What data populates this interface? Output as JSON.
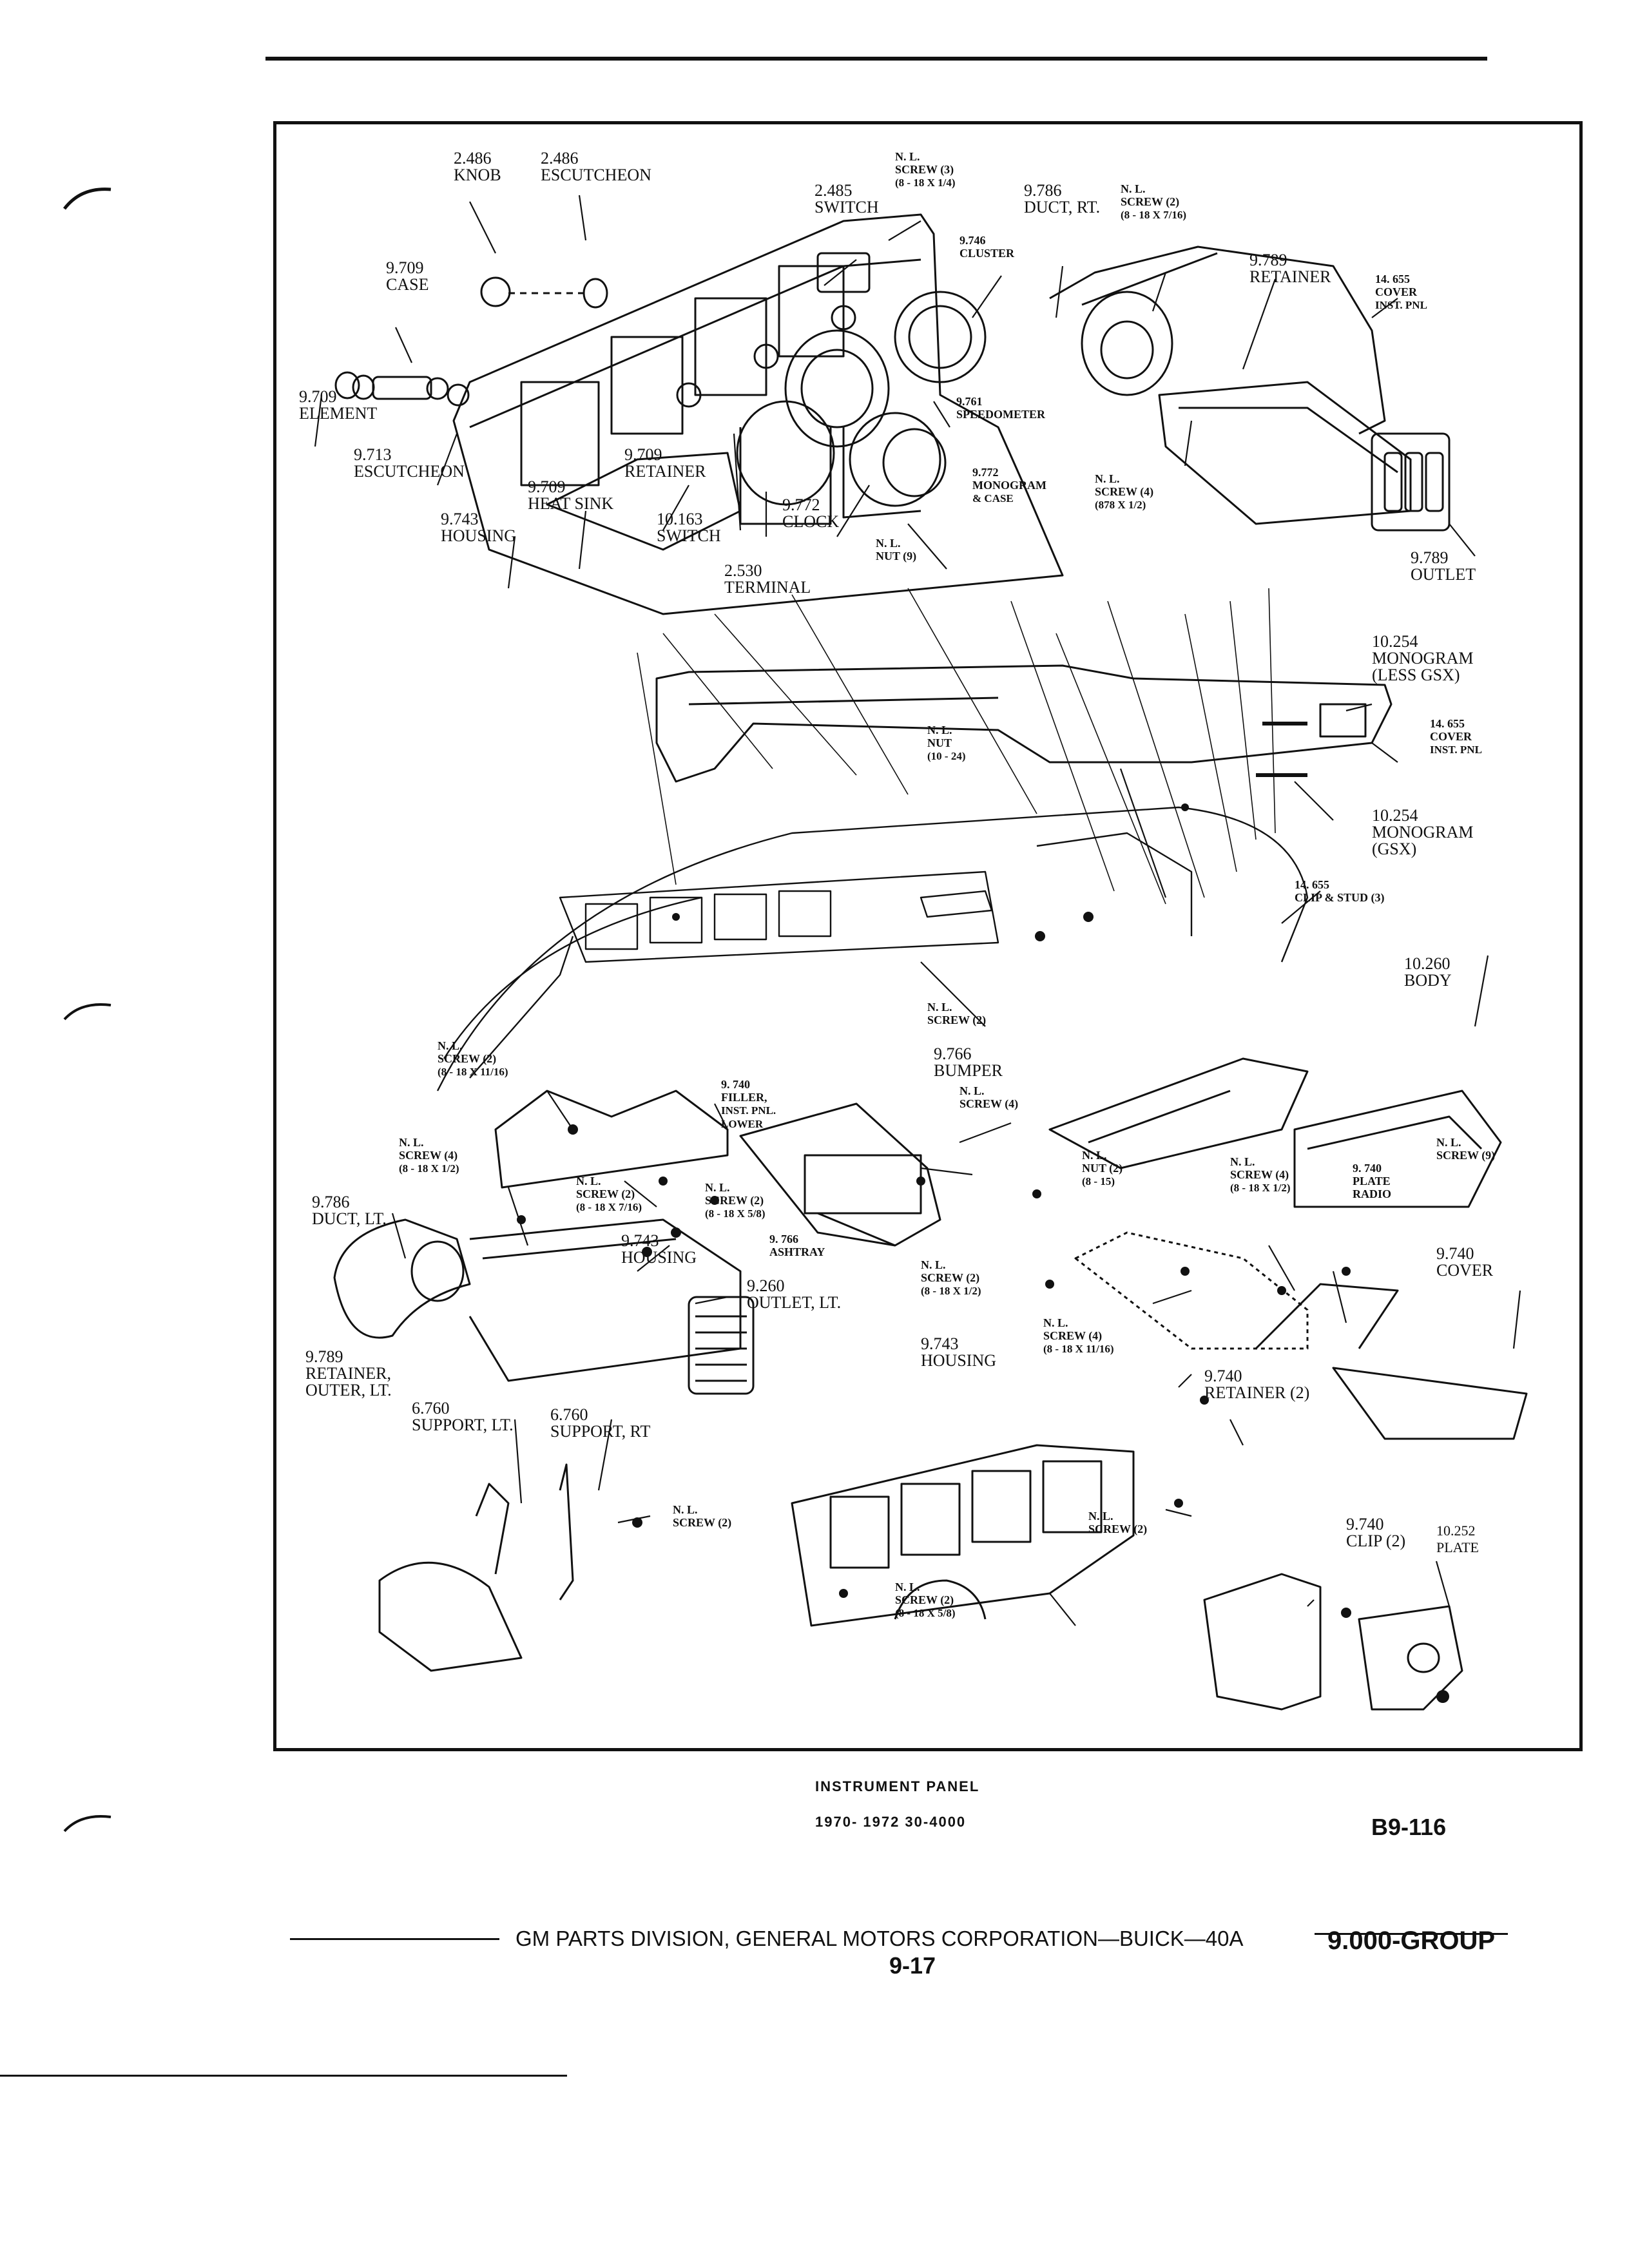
{
  "callouts": [
    {
      "id": "knob",
      "num": "2.486",
      "label": "KNOB"
    },
    {
      "id": "escutcheon-top",
      "num": "2.486",
      "label": "ESCUTCHEON"
    },
    {
      "id": "case",
      "num": "9.709",
      "label": "CASE"
    },
    {
      "id": "element",
      "num": "9.709",
      "label": "ELEMENT"
    },
    {
      "id": "escutcheon-left",
      "num": "9.713",
      "label": "ESCUTCHEON"
    },
    {
      "id": "housing-upper",
      "num": "9.743",
      "label": "HOUSING"
    },
    {
      "id": "heat-sink",
      "num": "9.709",
      "label": "HEAT SINK"
    },
    {
      "id": "retainer-upper",
      "num": "9.709",
      "label": "RETAINER"
    },
    {
      "id": "switch-lower",
      "num": "10.163",
      "label": "SWITCH"
    },
    {
      "id": "terminal",
      "num": "2.530",
      "label": "TERMINAL"
    },
    {
      "id": "clock",
      "num": "9.772",
      "label": "CLOCK"
    },
    {
      "id": "switch-upper",
      "num": "2.485",
      "label": "SWITCH"
    },
    {
      "id": "screw-3",
      "num": "N. L.",
      "label": "SCREW (3)",
      "sub": "(8 - 18 x 1/4)"
    },
    {
      "id": "cluster",
      "num": "9.746",
      "label": "CLUSTER"
    },
    {
      "id": "speedometer",
      "num": "9.761",
      "label": "SPEEDOMETER"
    },
    {
      "id": "monogram-case",
      "num": "9.772",
      "label": "MONOGRAM",
      "sub": "& CASE"
    },
    {
      "id": "nut-9",
      "num": "N. L.",
      "label": "NUT (9)"
    },
    {
      "id": "duct-rt",
      "num": "9.786",
      "label": "DUCT, RT."
    },
    {
      "id": "screw-2-rt",
      "num": "N. L.",
      "label": "SCREW (2)",
      "sub": "(8 - 18 x 7/16)"
    },
    {
      "id": "retainer-rt",
      "num": "9.789",
      "label": "RETAINER"
    },
    {
      "id": "cover-inst-pnl-top",
      "num": "14. 655",
      "label": "COVER",
      "sub": "INST. PNL"
    },
    {
      "id": "screw-4-rt",
      "num": "N. L.",
      "label": "SCREW (4)",
      "sub": "(878 x 1/2)"
    },
    {
      "id": "outlet-rt",
      "num": "9.789",
      "label": "OUTLET"
    },
    {
      "id": "monogram-less-gsx",
      "num": "10.254",
      "label": "MONOGRAM",
      "sub": "(LESS GSX)"
    },
    {
      "id": "cover-inst-pnl-mid",
      "num": "14. 655",
      "label": "COVER",
      "sub": "INST. PNL"
    },
    {
      "id": "nut-10-24",
      "num": "N. L.",
      "label": "NUT",
      "sub": "(10 - 24)"
    },
    {
      "id": "monogram-gsx",
      "num": "10.254",
      "label": "MONOGRAM",
      "sub": "(GSX)"
    },
    {
      "id": "clip-stud",
      "num": "14. 655",
      "label": "CLIP & STUD (3)"
    },
    {
      "id": "body",
      "num": "10.260",
      "label": "BODY"
    },
    {
      "id": "screw-2-center",
      "num": "N. L.",
      "label": "SCREW (2)"
    },
    {
      "id": "screw-2-left",
      "num": "N. L.",
      "label": "SCREW (2)",
      "sub": "(8 - 18 x 11/16)"
    },
    {
      "id": "filler",
      "num": "9. 740",
      "label": "FILLER,",
      "sub": "INST. PNL. LOWER"
    },
    {
      "id": "bumper",
      "num": "9.766",
      "label": "BUMPER"
    },
    {
      "id": "screw-4-ashtray",
      "num": "N. L.",
      "label": "SCREW (4)"
    },
    {
      "id": "screw-4-duct-lt",
      "num": "N. L.",
      "label": "SCREW (4)",
      "sub": "(8 - 18 x 1/2)"
    },
    {
      "id": "duct-lt",
      "num": "9.786",
      "label": "DUCT, LT."
    },
    {
      "id": "screw-2-7-16",
      "num": "N. L.",
      "label": "SCREW (2)",
      "sub": "(8 - 18 x 7/16)"
    },
    {
      "id": "screw-2-5-8",
      "num": "N. L.",
      "label": "SCREW (2)",
      "sub": "(8 - 18 x 5/8)"
    },
    {
      "id": "housing-lower-lt",
      "num": "9.743",
      "label": "HOUSING"
    },
    {
      "id": "ashtray",
      "num": "9. 766",
      "label": "ASHTRAY"
    },
    {
      "id": "outlet-lt",
      "num": "9.260",
      "label": "OUTLET, LT."
    },
    {
      "id": "retainer-outer-lt",
      "num": "9.789",
      "label": "RETAINER,",
      "sub": "OUTER, LT."
    },
    {
      "id": "support-lt",
      "num": "6.760",
      "label": "SUPPORT, LT."
    },
    {
      "id": "support-rt",
      "num": "6.760",
      "label": "SUPPORT, RT"
    },
    {
      "id": "screw-2-support",
      "num": "N. L.",
      "label": "SCREW (2)"
    },
    {
      "id": "nut-2",
      "num": "N. L.",
      "label": "NUT (2)",
      "sub": "(8 - 15)"
    },
    {
      "id": "screw-4-radio",
      "num": "N. L.",
      "label": "SCREW (4)",
      "sub": "(8 - 18 x 1/2)"
    },
    {
      "id": "plate-radio",
      "num": "9. 740",
      "label": "PLATE",
      "sub": "RADIO"
    },
    {
      "id": "screw-9",
      "num": "N. L.",
      "label": "SCREW (9)"
    },
    {
      "id": "cover-lower",
      "num": "9.740",
      "label": "COVER"
    },
    {
      "id": "screw-2-radio",
      "num": "N. L.",
      "label": "SCREW (2)",
      "sub": "(8 - 18 x 1/2)"
    },
    {
      "id": "screw-4-11-16",
      "num": "N. L.",
      "label": "SCREW (4)",
      "sub": "(8 - 18 x 11/16)"
    },
    {
      "id": "housing-lower",
      "num": "9.743",
      "label": "HOUSING"
    },
    {
      "id": "retainer-2",
      "num": "9.740",
      "label": "RETAINER (2)"
    },
    {
      "id": "screw-2-housing",
      "num": "N. L.",
      "label": "SCREW (2)"
    },
    {
      "id": "screw-2-bottom",
      "num": "N. L.",
      "label": "SCREW (2)",
      "sub": "(8 - 18 x 5/8)"
    },
    {
      "id": "clip-2",
      "num": "9.740",
      "label": "CLIP (2)"
    },
    {
      "id": "plate",
      "num": "10.252",
      "label": "PLATE"
    }
  ],
  "caption": {
    "title": "INSTRUMENT PANEL",
    "years": "1970- 1972 30-4000",
    "code": "B9-116"
  },
  "footer": {
    "publisher": "GM PARTS DIVISION, GENERAL MOTORS CORPORATION—BUICK—40A",
    "page": "9-17",
    "group": "9.000-GROUP"
  }
}
